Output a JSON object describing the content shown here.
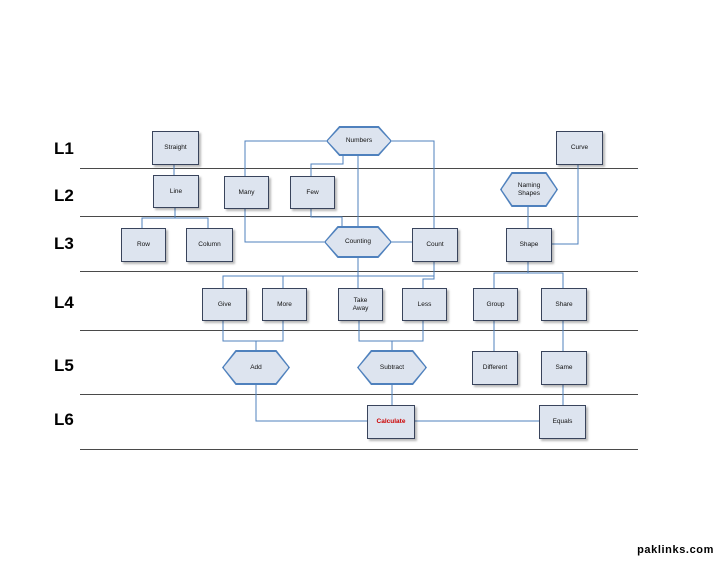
{
  "watermark": {
    "text": "paklinks.com"
  },
  "diagram": {
    "levels": [
      {
        "label": "L1"
      },
      {
        "label": "L2"
      },
      {
        "label": "L3"
      },
      {
        "label": "L4"
      },
      {
        "label": "L5"
      },
      {
        "label": "L6"
      }
    ],
    "nodes": [
      {
        "id": "straight",
        "label": "Straight",
        "shape": "rect",
        "level": "L1"
      },
      {
        "id": "numbers",
        "label": "Numbers",
        "shape": "hexagon",
        "level": "L1"
      },
      {
        "id": "curve",
        "label": "Curve",
        "shape": "rect",
        "level": "L1"
      },
      {
        "id": "line",
        "label": "Line",
        "shape": "rect",
        "level": "L2"
      },
      {
        "id": "many",
        "label": "Many",
        "shape": "rect",
        "level": "L2"
      },
      {
        "id": "few",
        "label": "Few",
        "shape": "rect",
        "level": "L2"
      },
      {
        "id": "naming-shapes",
        "label": "Naming Shapes",
        "shape": "hexagon",
        "level": "L2"
      },
      {
        "id": "row",
        "label": "Row",
        "shape": "rect",
        "level": "L3"
      },
      {
        "id": "column",
        "label": "Column",
        "shape": "rect",
        "level": "L3"
      },
      {
        "id": "counting",
        "label": "Counting",
        "shape": "hexagon",
        "level": "L3"
      },
      {
        "id": "count",
        "label": "Count",
        "shape": "rect",
        "level": "L3"
      },
      {
        "id": "shape",
        "label": "Shape",
        "shape": "rect",
        "level": "L3"
      },
      {
        "id": "give",
        "label": "Give",
        "shape": "rect",
        "level": "L4"
      },
      {
        "id": "more",
        "label": "More",
        "shape": "rect",
        "level": "L4"
      },
      {
        "id": "take-away",
        "label": "Take Away",
        "shape": "rect",
        "level": "L4"
      },
      {
        "id": "less",
        "label": "Less",
        "shape": "rect",
        "level": "L4"
      },
      {
        "id": "group",
        "label": "Group",
        "shape": "rect",
        "level": "L4"
      },
      {
        "id": "share",
        "label": "Share",
        "shape": "rect",
        "level": "L4"
      },
      {
        "id": "add",
        "label": "Add",
        "shape": "hexagon",
        "level": "L5"
      },
      {
        "id": "subtract",
        "label": "Subtract",
        "shape": "hexagon",
        "level": "L5"
      },
      {
        "id": "different",
        "label": "Different",
        "shape": "rect",
        "level": "L5"
      },
      {
        "id": "same",
        "label": "Same",
        "shape": "rect",
        "level": "L5"
      },
      {
        "id": "calculate",
        "label": "Calculate",
        "shape": "rect",
        "level": "L6",
        "text_color": "#cc0000"
      },
      {
        "id": "equals",
        "label": "Equals",
        "shape": "rect",
        "level": "L6"
      }
    ],
    "edges": [
      [
        "straight",
        "line"
      ],
      [
        "numbers",
        "many"
      ],
      [
        "numbers",
        "few"
      ],
      [
        "numbers",
        "counting"
      ],
      [
        "numbers",
        "count"
      ],
      [
        "curve",
        "shape"
      ],
      [
        "naming-shapes",
        "shape"
      ],
      [
        "line",
        "row"
      ],
      [
        "line",
        "column"
      ],
      [
        "many",
        "counting"
      ],
      [
        "few",
        "counting"
      ],
      [
        "counting",
        "count"
      ],
      [
        "counting",
        "take-away"
      ],
      [
        "count",
        "less"
      ],
      [
        "count",
        "give"
      ],
      [
        "count",
        "more"
      ],
      [
        "shape",
        "group"
      ],
      [
        "shape",
        "share"
      ],
      [
        "give",
        "add"
      ],
      [
        "more",
        "add"
      ],
      [
        "take-away",
        "subtract"
      ],
      [
        "less",
        "subtract"
      ],
      [
        "group",
        "different"
      ],
      [
        "share",
        "same"
      ],
      [
        "add",
        "calculate"
      ],
      [
        "subtract",
        "calculate"
      ],
      [
        "calculate",
        "equals"
      ],
      [
        "same",
        "equals"
      ]
    ],
    "colors": {
      "node_fill": "#dde4ef",
      "rect_border": "#39445c",
      "hex_border": "#4f81bd",
      "connector": "#4f81bd",
      "separator": "#4a4a4a",
      "calculate_text": "#cc0000"
    }
  }
}
